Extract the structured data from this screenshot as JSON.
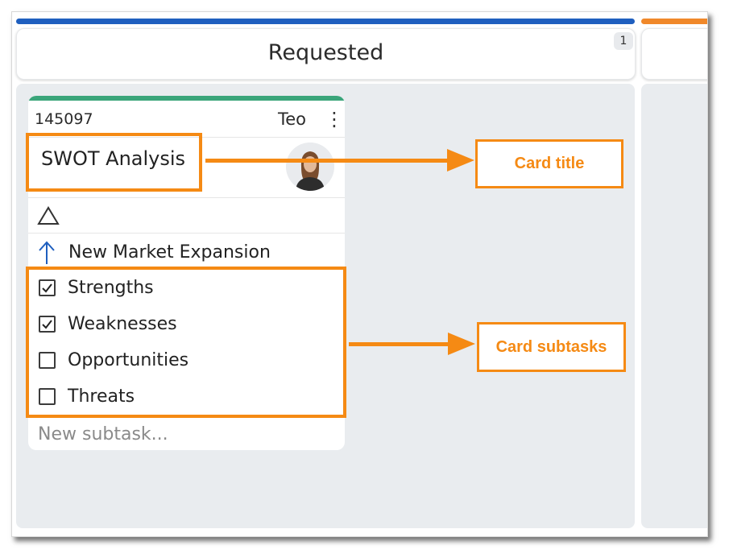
{
  "board": {
    "columns": [
      {
        "title": "Requested",
        "count": "1",
        "accent": "#1f5fbf"
      },
      {
        "title": "",
        "accent": "#f0882a"
      }
    ]
  },
  "card": {
    "id": "145097",
    "owner": "Teo",
    "title": "SWOT Analysis",
    "accent": "#3aa57a",
    "priority_icon": "triangle-outline-icon",
    "parent": {
      "icon": "arrow-up-icon",
      "label": "New Market Expansion"
    },
    "subtasks": [
      {
        "label": "Strengths",
        "checked": true
      },
      {
        "label": "Weaknesses",
        "checked": true
      },
      {
        "label": "Opportunities",
        "checked": false
      },
      {
        "label": "Threats",
        "checked": false
      }
    ],
    "new_subtask_placeholder": "New subtask..."
  },
  "annotations": {
    "card_title_callout": "Card title",
    "card_subtasks_callout": "Card subtasks",
    "color": "#f58a14"
  }
}
